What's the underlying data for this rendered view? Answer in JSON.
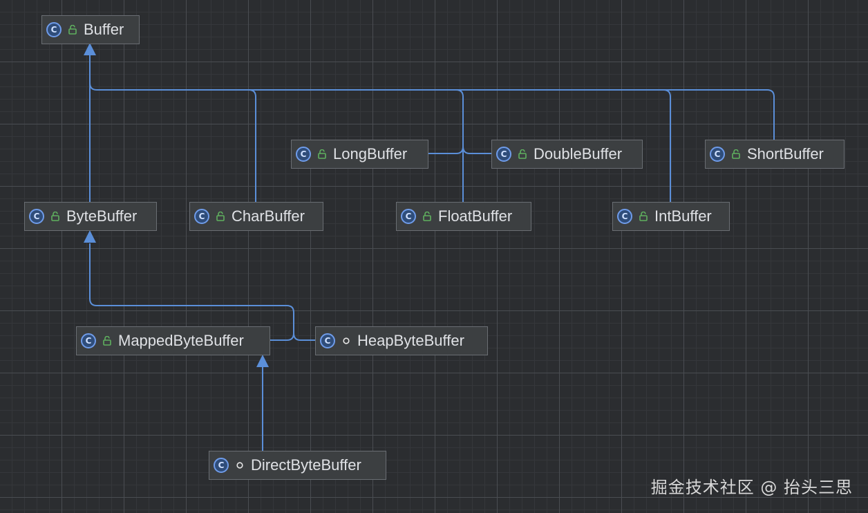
{
  "nodes": [
    {
      "id": "Buffer",
      "label": "Buffer",
      "visibility": "public"
    },
    {
      "id": "LongBuffer",
      "label": "LongBuffer",
      "visibility": "public"
    },
    {
      "id": "DoubleBuffer",
      "label": "DoubleBuffer",
      "visibility": "public"
    },
    {
      "id": "ShortBuffer",
      "label": "ShortBuffer",
      "visibility": "public"
    },
    {
      "id": "ByteBuffer",
      "label": "ByteBuffer",
      "visibility": "public"
    },
    {
      "id": "CharBuffer",
      "label": "CharBuffer",
      "visibility": "public"
    },
    {
      "id": "FloatBuffer",
      "label": "FloatBuffer",
      "visibility": "public"
    },
    {
      "id": "IntBuffer",
      "label": "IntBuffer",
      "visibility": "public"
    },
    {
      "id": "MappedByteBuffer",
      "label": "MappedByteBuffer",
      "visibility": "public"
    },
    {
      "id": "HeapByteBuffer",
      "label": "HeapByteBuffer",
      "visibility": "package-private"
    },
    {
      "id": "DirectByteBuffer",
      "label": "DirectByteBuffer",
      "visibility": "package-private"
    }
  ],
  "edges": [
    {
      "from": "ByteBuffer",
      "to": "Buffer",
      "type": "extends"
    },
    {
      "from": "CharBuffer",
      "to": "Buffer",
      "type": "extends"
    },
    {
      "from": "LongBuffer",
      "to": "Buffer",
      "type": "extends"
    },
    {
      "from": "DoubleBuffer",
      "to": "Buffer",
      "type": "extends"
    },
    {
      "from": "FloatBuffer",
      "to": "Buffer",
      "type": "extends"
    },
    {
      "from": "IntBuffer",
      "to": "Buffer",
      "type": "extends"
    },
    {
      "from": "ShortBuffer",
      "to": "Buffer",
      "type": "extends"
    },
    {
      "from": "MappedByteBuffer",
      "to": "ByteBuffer",
      "type": "extends"
    },
    {
      "from": "HeapByteBuffer",
      "to": "ByteBuffer",
      "type": "extends"
    },
    {
      "from": "DirectByteBuffer",
      "to": "MappedByteBuffer",
      "type": "extends"
    }
  ],
  "icons": {
    "class": "class-icon",
    "public": "unlocked-icon",
    "package-private": "circle-icon"
  },
  "colors": {
    "edge": "#5b8fd9",
    "class_icon": "#6f9cea",
    "public_icon": "#5fb05f"
  },
  "watermark": "掘金技术社区 @ 抬头三思"
}
